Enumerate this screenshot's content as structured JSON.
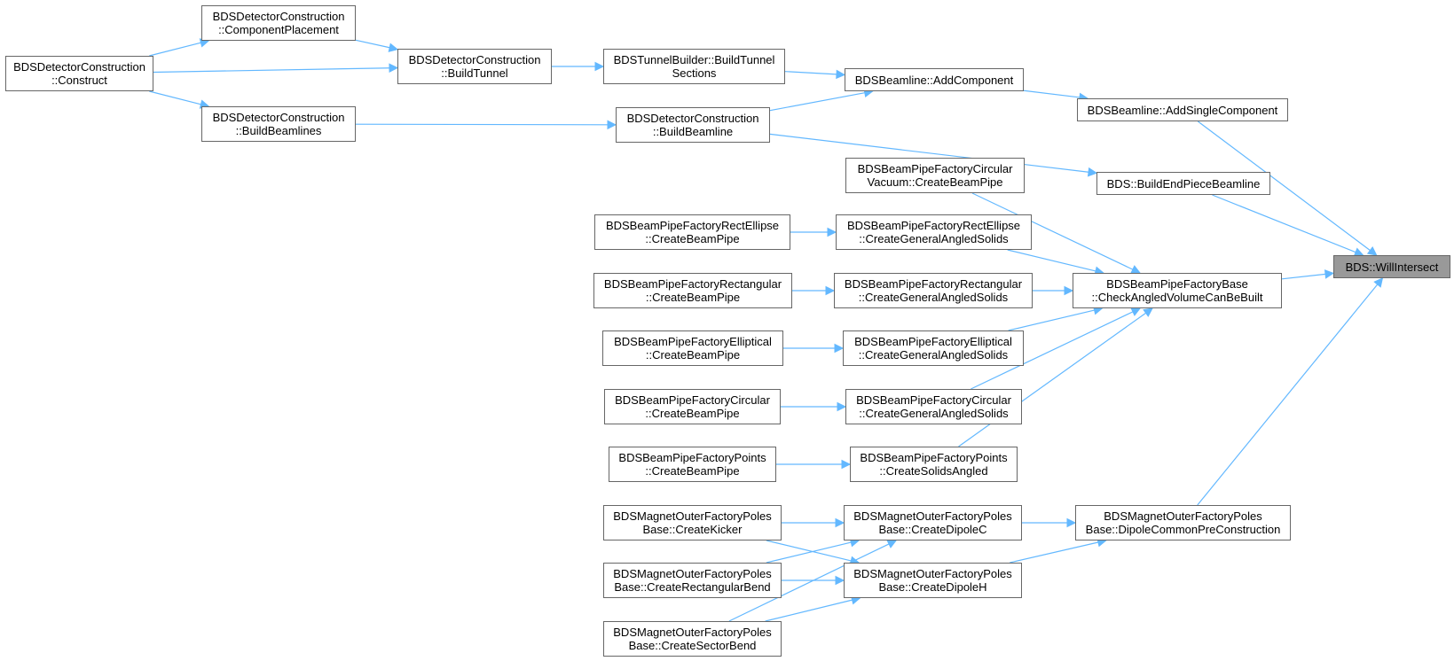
{
  "colors": {
    "edge": "#63b8ff",
    "node_border": "#666666",
    "root_fill": "#999999"
  },
  "nodes": {
    "construct": [
      "BDSDetectorConstruction",
      "::Construct"
    ],
    "component_placement": [
      "BDSDetectorConstruction",
      "::ComponentPlacement"
    ],
    "build_tunnel": [
      "BDSDetectorConstruction",
      "::BuildTunnel"
    ],
    "build_beamlines": [
      "BDSDetectorConstruction",
      "::BuildBeamlines"
    ],
    "tunnel_sections": [
      "BDSTunnelBuilder::BuildTunnel",
      "Sections"
    ],
    "build_beamline": [
      "BDSDetectorConstruction",
      "::BuildBeamline"
    ],
    "add_component": [
      "BDSBeamline::AddComponent"
    ],
    "add_single_component": [
      "BDSBeamline::AddSingleComponent"
    ],
    "build_end_piece": [
      "BDS::BuildEndPieceBeamline"
    ],
    "will_intersect": [
      "BDS::WillIntersect"
    ],
    "check_angled": [
      "BDSBeamPipeFactoryBase",
      "::CheckAngledVolumeCanBeBuilt"
    ],
    "circ_vacuum": [
      "BDSBeamPipeFactoryCircular",
      "Vacuum::CreateBeamPipe"
    ],
    "rectellipse_pipe": [
      "BDSBeamPipeFactoryRectEllipse",
      "::CreateBeamPipe"
    ],
    "rectellipse_solids": [
      "BDSBeamPipeFactoryRectEllipse",
      "::CreateGeneralAngledSolids"
    ],
    "rect_pipe": [
      "BDSBeamPipeFactoryRectangular",
      "::CreateBeamPipe"
    ],
    "rect_solids": [
      "BDSBeamPipeFactoryRectangular",
      "::CreateGeneralAngledSolids"
    ],
    "ell_pipe": [
      "BDSBeamPipeFactoryElliptical",
      "::CreateBeamPipe"
    ],
    "ell_solids": [
      "BDSBeamPipeFactoryElliptical",
      "::CreateGeneralAngledSolids"
    ],
    "circ_pipe": [
      "BDSBeamPipeFactoryCircular",
      "::CreateBeamPipe"
    ],
    "circ_solids": [
      "BDSBeamPipeFactoryCircular",
      "::CreateGeneralAngledSolids"
    ],
    "pts_pipe": [
      "BDSBeamPipeFactoryPoints",
      "::CreateBeamPipe"
    ],
    "pts_solids": [
      "BDSBeamPipeFactoryPoints",
      "::CreateSolidsAngled"
    ],
    "kicker": [
      "BDSMagnetOuterFactoryPoles",
      "Base::CreateKicker"
    ],
    "rect_bend": [
      "BDSMagnetOuterFactoryPoles",
      "Base::CreateRectangularBend"
    ],
    "sector_bend": [
      "BDSMagnetOuterFactoryPoles",
      "Base::CreateSectorBend"
    ],
    "dipole_c": [
      "BDSMagnetOuterFactoryPoles",
      "Base::CreateDipoleC"
    ],
    "dipole_h": [
      "BDSMagnetOuterFactoryPoles",
      "Base::CreateDipoleH"
    ],
    "dipole_common": [
      "BDSMagnetOuterFactoryPoles",
      "Base::DipoleCommonPreConstruction"
    ]
  },
  "edges": [
    [
      "construct",
      "component_placement"
    ],
    [
      "construct",
      "build_tunnel"
    ],
    [
      "construct",
      "build_beamlines"
    ],
    [
      "component_placement",
      "build_tunnel"
    ],
    [
      "build_tunnel",
      "tunnel_sections"
    ],
    [
      "tunnel_sections",
      "add_component"
    ],
    [
      "build_beamline",
      "add_component"
    ],
    [
      "build_beamlines",
      "build_beamline"
    ],
    [
      "add_component",
      "add_single_component"
    ],
    [
      "build_beamline",
      "build_end_piece"
    ],
    [
      "add_single_component",
      "will_intersect"
    ],
    [
      "build_end_piece",
      "will_intersect"
    ],
    [
      "check_angled",
      "will_intersect"
    ],
    [
      "dipole_common",
      "will_intersect"
    ],
    [
      "circ_vacuum",
      "check_angled"
    ],
    [
      "rectellipse_solids",
      "check_angled"
    ],
    [
      "rect_solids",
      "check_angled"
    ],
    [
      "ell_solids",
      "check_angled"
    ],
    [
      "circ_solids",
      "check_angled"
    ],
    [
      "pts_solids",
      "check_angled"
    ],
    [
      "rectellipse_pipe",
      "rectellipse_solids"
    ],
    [
      "rect_pipe",
      "rect_solids"
    ],
    [
      "ell_pipe",
      "ell_solids"
    ],
    [
      "circ_pipe",
      "circ_solids"
    ],
    [
      "pts_pipe",
      "pts_solids"
    ],
    [
      "kicker",
      "dipole_c"
    ],
    [
      "kicker",
      "dipole_h"
    ],
    [
      "rect_bend",
      "dipole_c"
    ],
    [
      "rect_bend",
      "dipole_h"
    ],
    [
      "sector_bend",
      "dipole_c"
    ],
    [
      "sector_bend",
      "dipole_h"
    ],
    [
      "dipole_c",
      "dipole_common"
    ],
    [
      "dipole_h",
      "dipole_common"
    ]
  ]
}
